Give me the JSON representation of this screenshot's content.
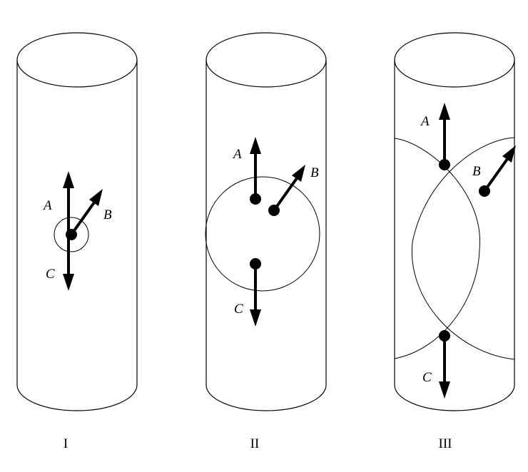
{
  "panels": [
    {
      "caption": "I",
      "labels": {
        "a": "A",
        "b": "B",
        "c": "C"
      }
    },
    {
      "caption": "II",
      "labels": {
        "a": "A",
        "b": "B",
        "c": "C"
      }
    },
    {
      "caption": "III",
      "labels": {
        "a": "A",
        "b": "B",
        "c": "C"
      }
    }
  ]
}
